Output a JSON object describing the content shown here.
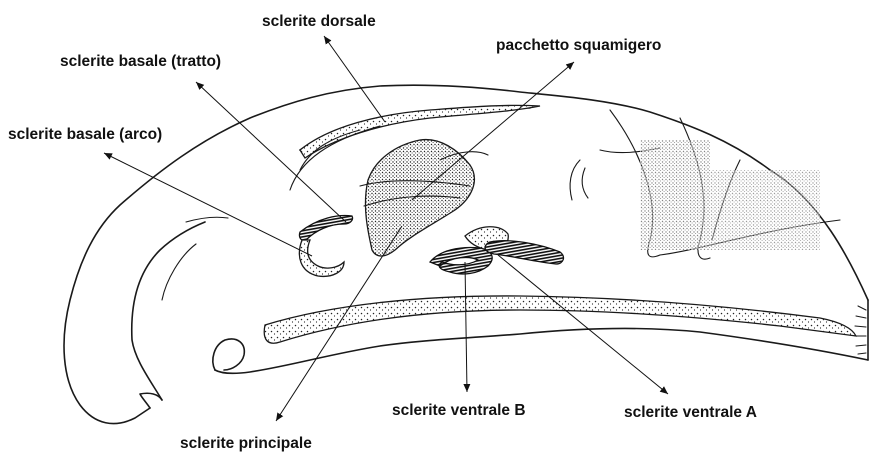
{
  "labels": {
    "sclerite_dorsale": "sclerite dorsale",
    "pacchetto_squamigero": "pacchetto squamigero",
    "sclerite_basale_tratto": "sclerite basale (tratto)",
    "sclerite_basale_arco": "sclerite basale (arco)",
    "sclerite_ventrale_b": "sclerite ventrale B",
    "sclerite_ventrale_a": "sclerite ventrale A",
    "sclerite_principale": "sclerite principale"
  },
  "colors": {
    "ink": "#111111",
    "background": "#ffffff"
  }
}
